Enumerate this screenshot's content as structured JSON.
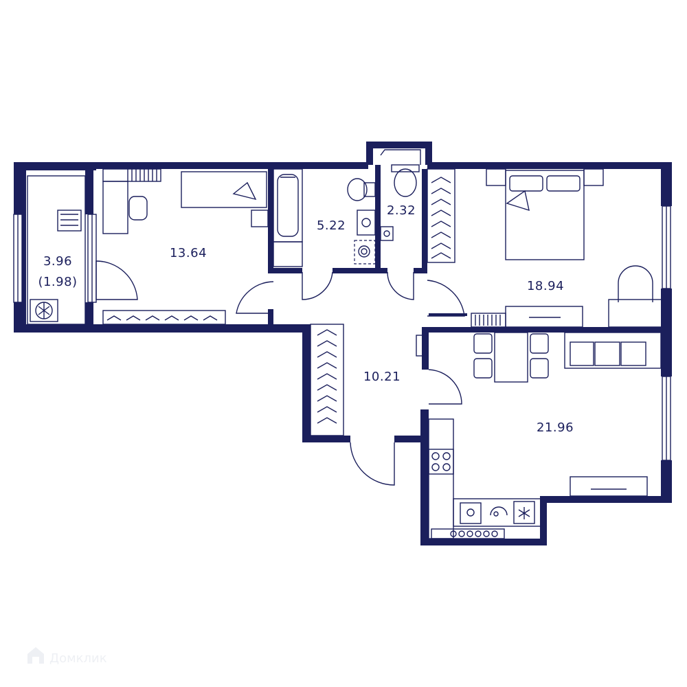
{
  "rooms": {
    "balcony": {
      "area": "3.96",
      "area_coef": "(1.98)"
    },
    "bedroom_small": {
      "area": "13.64"
    },
    "bathroom": {
      "area": "5.22"
    },
    "toilet": {
      "area": "2.32"
    },
    "bedroom_large": {
      "area": "18.94"
    },
    "hallway": {
      "area": "10.21"
    },
    "kitchen_living": {
      "area": "21.96"
    }
  },
  "watermark": {
    "text": "Домклик",
    "icon": "house-logo-icon"
  },
  "colors": {
    "wall": "#1b1f5c",
    "background": "#ffffff",
    "watermark": "#eef0f4"
  }
}
